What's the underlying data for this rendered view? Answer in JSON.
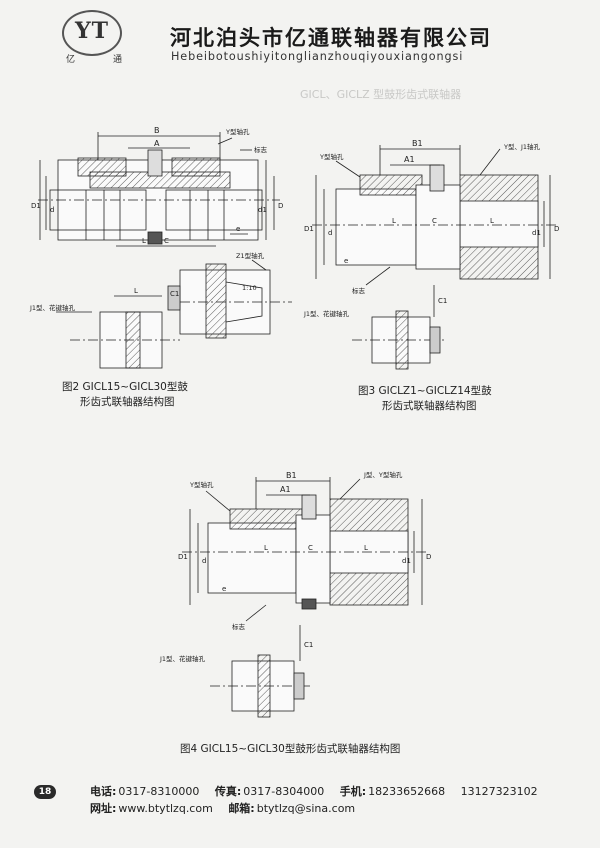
{
  "header": {
    "logo_mark": "YT",
    "logo_sub_left": "亿",
    "logo_sub_right": "通",
    "company_cn": "河北泊头市亿通联轴器有限公司",
    "company_en": "Hebeibotoushiyitonglianzhouqiyouxiangongsi"
  },
  "bleed": {
    "top_title": "GICL、GICLZ 型鼓形齿式联轴器"
  },
  "fig2": {
    "caption_line1": "图2  GICL15~GICL30型鼓",
    "caption_line2": "形齿式联轴器结构图",
    "lbl_B": "B",
    "lbl_A": "A",
    "lbl_Y": "Y型轴孔",
    "lbl_mark": "标志",
    "lbl_D1": "D1",
    "lbl_D": "D",
    "lbl_d": "d",
    "lbl_d1": "d1",
    "lbl_L": "L",
    "lbl_C": "C",
    "lbl_e": "e",
    "lbl_Z1": "Z1型轴孔",
    "lbl_taper": "1:10",
    "lbl_J1": "J1型、花键轴孔",
    "lbl_C1": "C1"
  },
  "fig3": {
    "caption_line1": "图3  GICLZ1~GICLZ14型鼓",
    "caption_line2": "形齿式联轴器结构图",
    "lbl_B1": "B1",
    "lbl_A1": "A1",
    "lbl_Y": "Y型轴孔",
    "lbl_YJ1": "Y型、J1轴孔",
    "lbl_mark": "标志",
    "lbl_L": "L",
    "lbl_C": "C",
    "lbl_D": "D",
    "lbl_D1": "D1",
    "lbl_d": "d",
    "lbl_d1": "d1",
    "lbl_e": "e",
    "lbl_J1": "J1型、花键轴孔",
    "lbl_C1": "C1"
  },
  "fig4": {
    "caption": "图4  GICL15~GICL30型鼓形齿式联轴器结构图",
    "lbl_Y": "Y型轴孔",
    "lbl_JY": "J型、Y型轴孔",
    "lbl_B1": "B1",
    "lbl_A1": "A1",
    "lbl_L": "L",
    "lbl_C": "C",
    "lbl_D1": "D1",
    "lbl_D": "D",
    "lbl_d": "d",
    "lbl_d1": "d1",
    "lbl_e": "e",
    "lbl_mark": "标志",
    "lbl_C1": "C1",
    "lbl_J1": "J1型、花键轴孔"
  },
  "footer": {
    "page_number": "18",
    "tel_label": "电话:",
    "tel": "0317-8310000",
    "fax_label": "传真:",
    "fax": "0317-8304000",
    "mobile_label": "手机:",
    "mobile1": "18233652668",
    "mobile2": "13127323102",
    "web_label": "网址:",
    "web": "www.btytlzq.com",
    "email_label": "邮箱:",
    "email": "btytlzq@sina.com"
  }
}
